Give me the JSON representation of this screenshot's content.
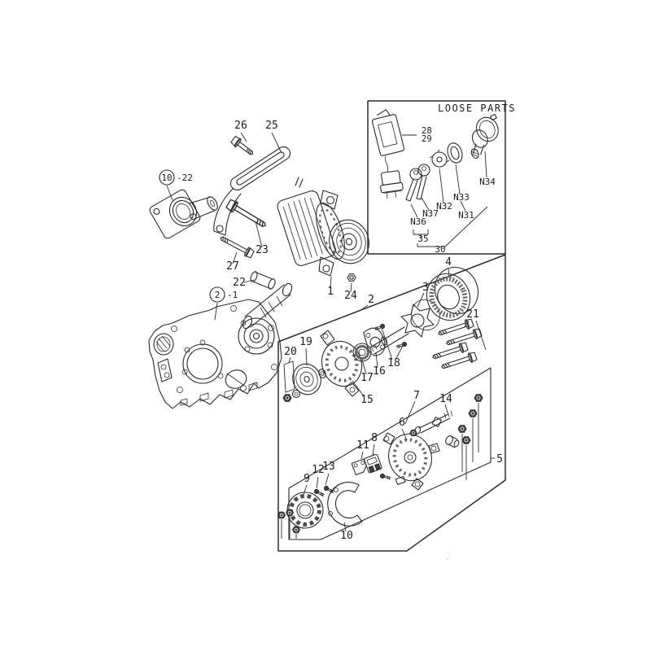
{
  "page": {
    "background": "#ffffff",
    "line_color": "#2b2b2b",
    "label_color": "#1c1c1c"
  },
  "loose_box": {
    "title": "LOOSE PARTS"
  },
  "labels": {
    "l1": "1",
    "l2": "2",
    "l2c": "2",
    "l2s": "-1",
    "l3": "3",
    "l4": "4",
    "l5": "5",
    "l6": "6",
    "l7": "7",
    "l8": "8",
    "l9": "9",
    "l10": "10",
    "l10c": "10",
    "l10s": "-22",
    "l11": "11",
    "l12": "12",
    "l13": "13",
    "l14": "14",
    "l15": "15",
    "l16": "16",
    "l17": "17",
    "l18": "18",
    "l19": "19",
    "l20": "20",
    "l21": "21",
    "l22": "22",
    "l23": "23",
    "l24": "24",
    "l25": "25",
    "l26": "26",
    "l27": "27",
    "l28": "28",
    "l29": "29",
    "l30": "30",
    "l35": "35",
    "ln31": "N31",
    "ln32": "N32",
    "ln33": "N33",
    "ln34": "N34",
    "ln36": "N36",
    "ln37": "N37",
    "watermark": "2"
  }
}
